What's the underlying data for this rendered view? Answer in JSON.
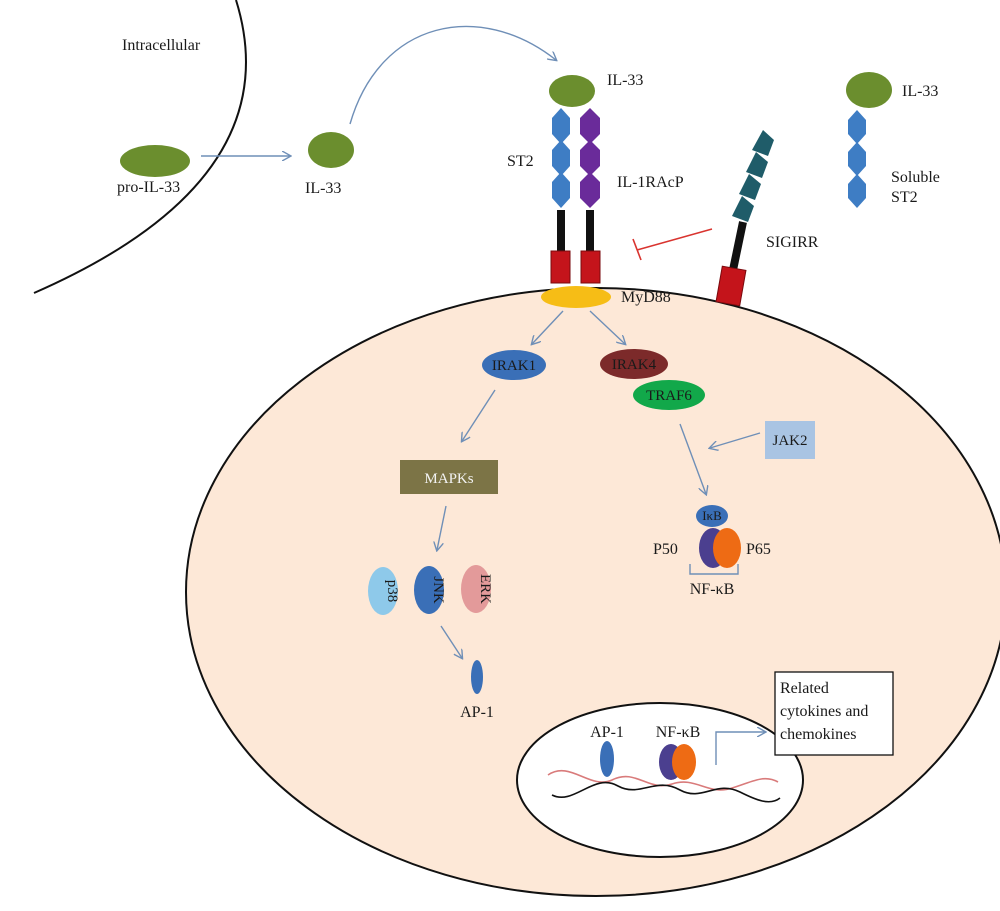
{
  "labels": {
    "intracellular": "Intracellular",
    "pro_il33": "pro-IL-33",
    "il33_free": "IL-33",
    "il33_receptor": "IL-33",
    "il33_soluble": "IL-33",
    "st2": "ST2",
    "il1racp": "IL-1RAcP",
    "soluble_line1": "Soluble",
    "soluble_line2": "ST2",
    "sigirr": "SIGIRR",
    "myd88": "MyD88",
    "irak1": "IRAK1",
    "irak4": "IRAK4",
    "traf6": "TRAF6",
    "jak2": "JAK2",
    "mapks": "MAPKs",
    "p38": "p38",
    "jnk": "JNK",
    "erk": "ERK",
    "ap1": "AP-1",
    "ikb": "IκB",
    "p50": "P50",
    "p65": "P65",
    "nfkb": "NF-κB",
    "nucleus_ap1": "AP-1",
    "nucleus_nfkb": "NF-κB",
    "output_line1": "Related",
    "output_line2": "cytokines and",
    "output_line3": "chemokines"
  },
  "colors": {
    "cell_fill": "#fde8d7",
    "il33_green": "#6b8e2e",
    "st2_blue": "#3e7dc4",
    "il1racp_purple": "#6a2b9a",
    "sigirr_teal": "#1f5c69",
    "tir_red": "#c4141b",
    "myd88_yellow": "#f6bd16",
    "irak1_blue": "#3a6fb7",
    "irak4_maroon": "#7c2a2a",
    "traf6_green": "#12a84a",
    "jak2_box": "#a9c4e3",
    "mapks_box": "#7c7446",
    "p38_light_blue": "#8ec9ea",
    "jnk_blue": "#3a6fb7",
    "erk_pink": "#e39a9a",
    "p50_purple": "#4b3f8f",
    "p65_orange": "#ee6b14",
    "arrow_blue": "#6f8fb7",
    "inhibit_red": "#d9342f"
  }
}
